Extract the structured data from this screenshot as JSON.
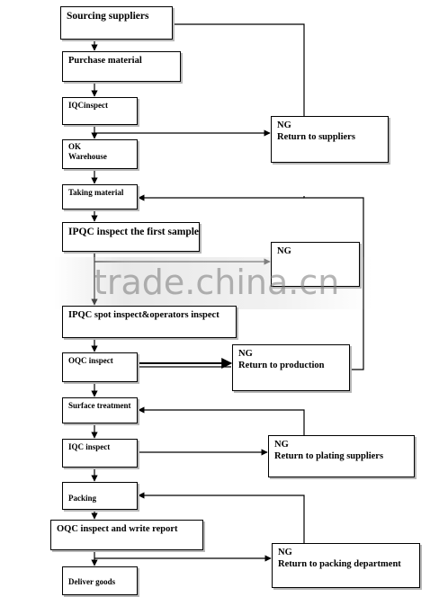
{
  "diagram": {
    "steps": {
      "sourcing": {
        "lines": [
          "Sourcing suppliers"
        ]
      },
      "purchase": {
        "lines": [
          "Purchase material"
        ]
      },
      "iqc1": {
        "lines": [
          "IQCinspect"
        ]
      },
      "warehouse": {
        "lines": [
          "OK",
          "Warehouse"
        ]
      },
      "taking": {
        "lines": [
          "Taking material"
        ]
      },
      "ipqc_first": {
        "lines": [
          "IPQC inspect the first sample"
        ]
      },
      "ipqc_spot": {
        "lines": [
          "IPQC spot inspect&operators inspect"
        ]
      },
      "oqc1": {
        "lines": [
          "OQC inspect"
        ]
      },
      "surface": {
        "lines": [
          "Surface treatment"
        ]
      },
      "iqc2": {
        "lines": [
          "IQC inspect"
        ]
      },
      "packing": {
        "lines": [
          "Packing"
        ]
      },
      "oqc_report": {
        "lines": [
          "OQC inspect and write report"
        ]
      },
      "deliver": {
        "lines": [
          "Deliver goods"
        ]
      }
    },
    "exceptions": {
      "ng_suppliers": {
        "lines": [
          "NG",
          "Return to suppliers"
        ]
      },
      "ng_first": {
        "lines": [
          "NG"
        ]
      },
      "ng_production": {
        "lines": [
          "NG",
          "Return to production"
        ]
      },
      "ng_plating": {
        "lines": [
          "NG",
          "Return to plating suppliers"
        ]
      },
      "ng_packing": {
        "lines": [
          "NG",
          "Return to packing department"
        ]
      }
    }
  },
  "watermark": {
    "text": "trade.china.cn"
  }
}
